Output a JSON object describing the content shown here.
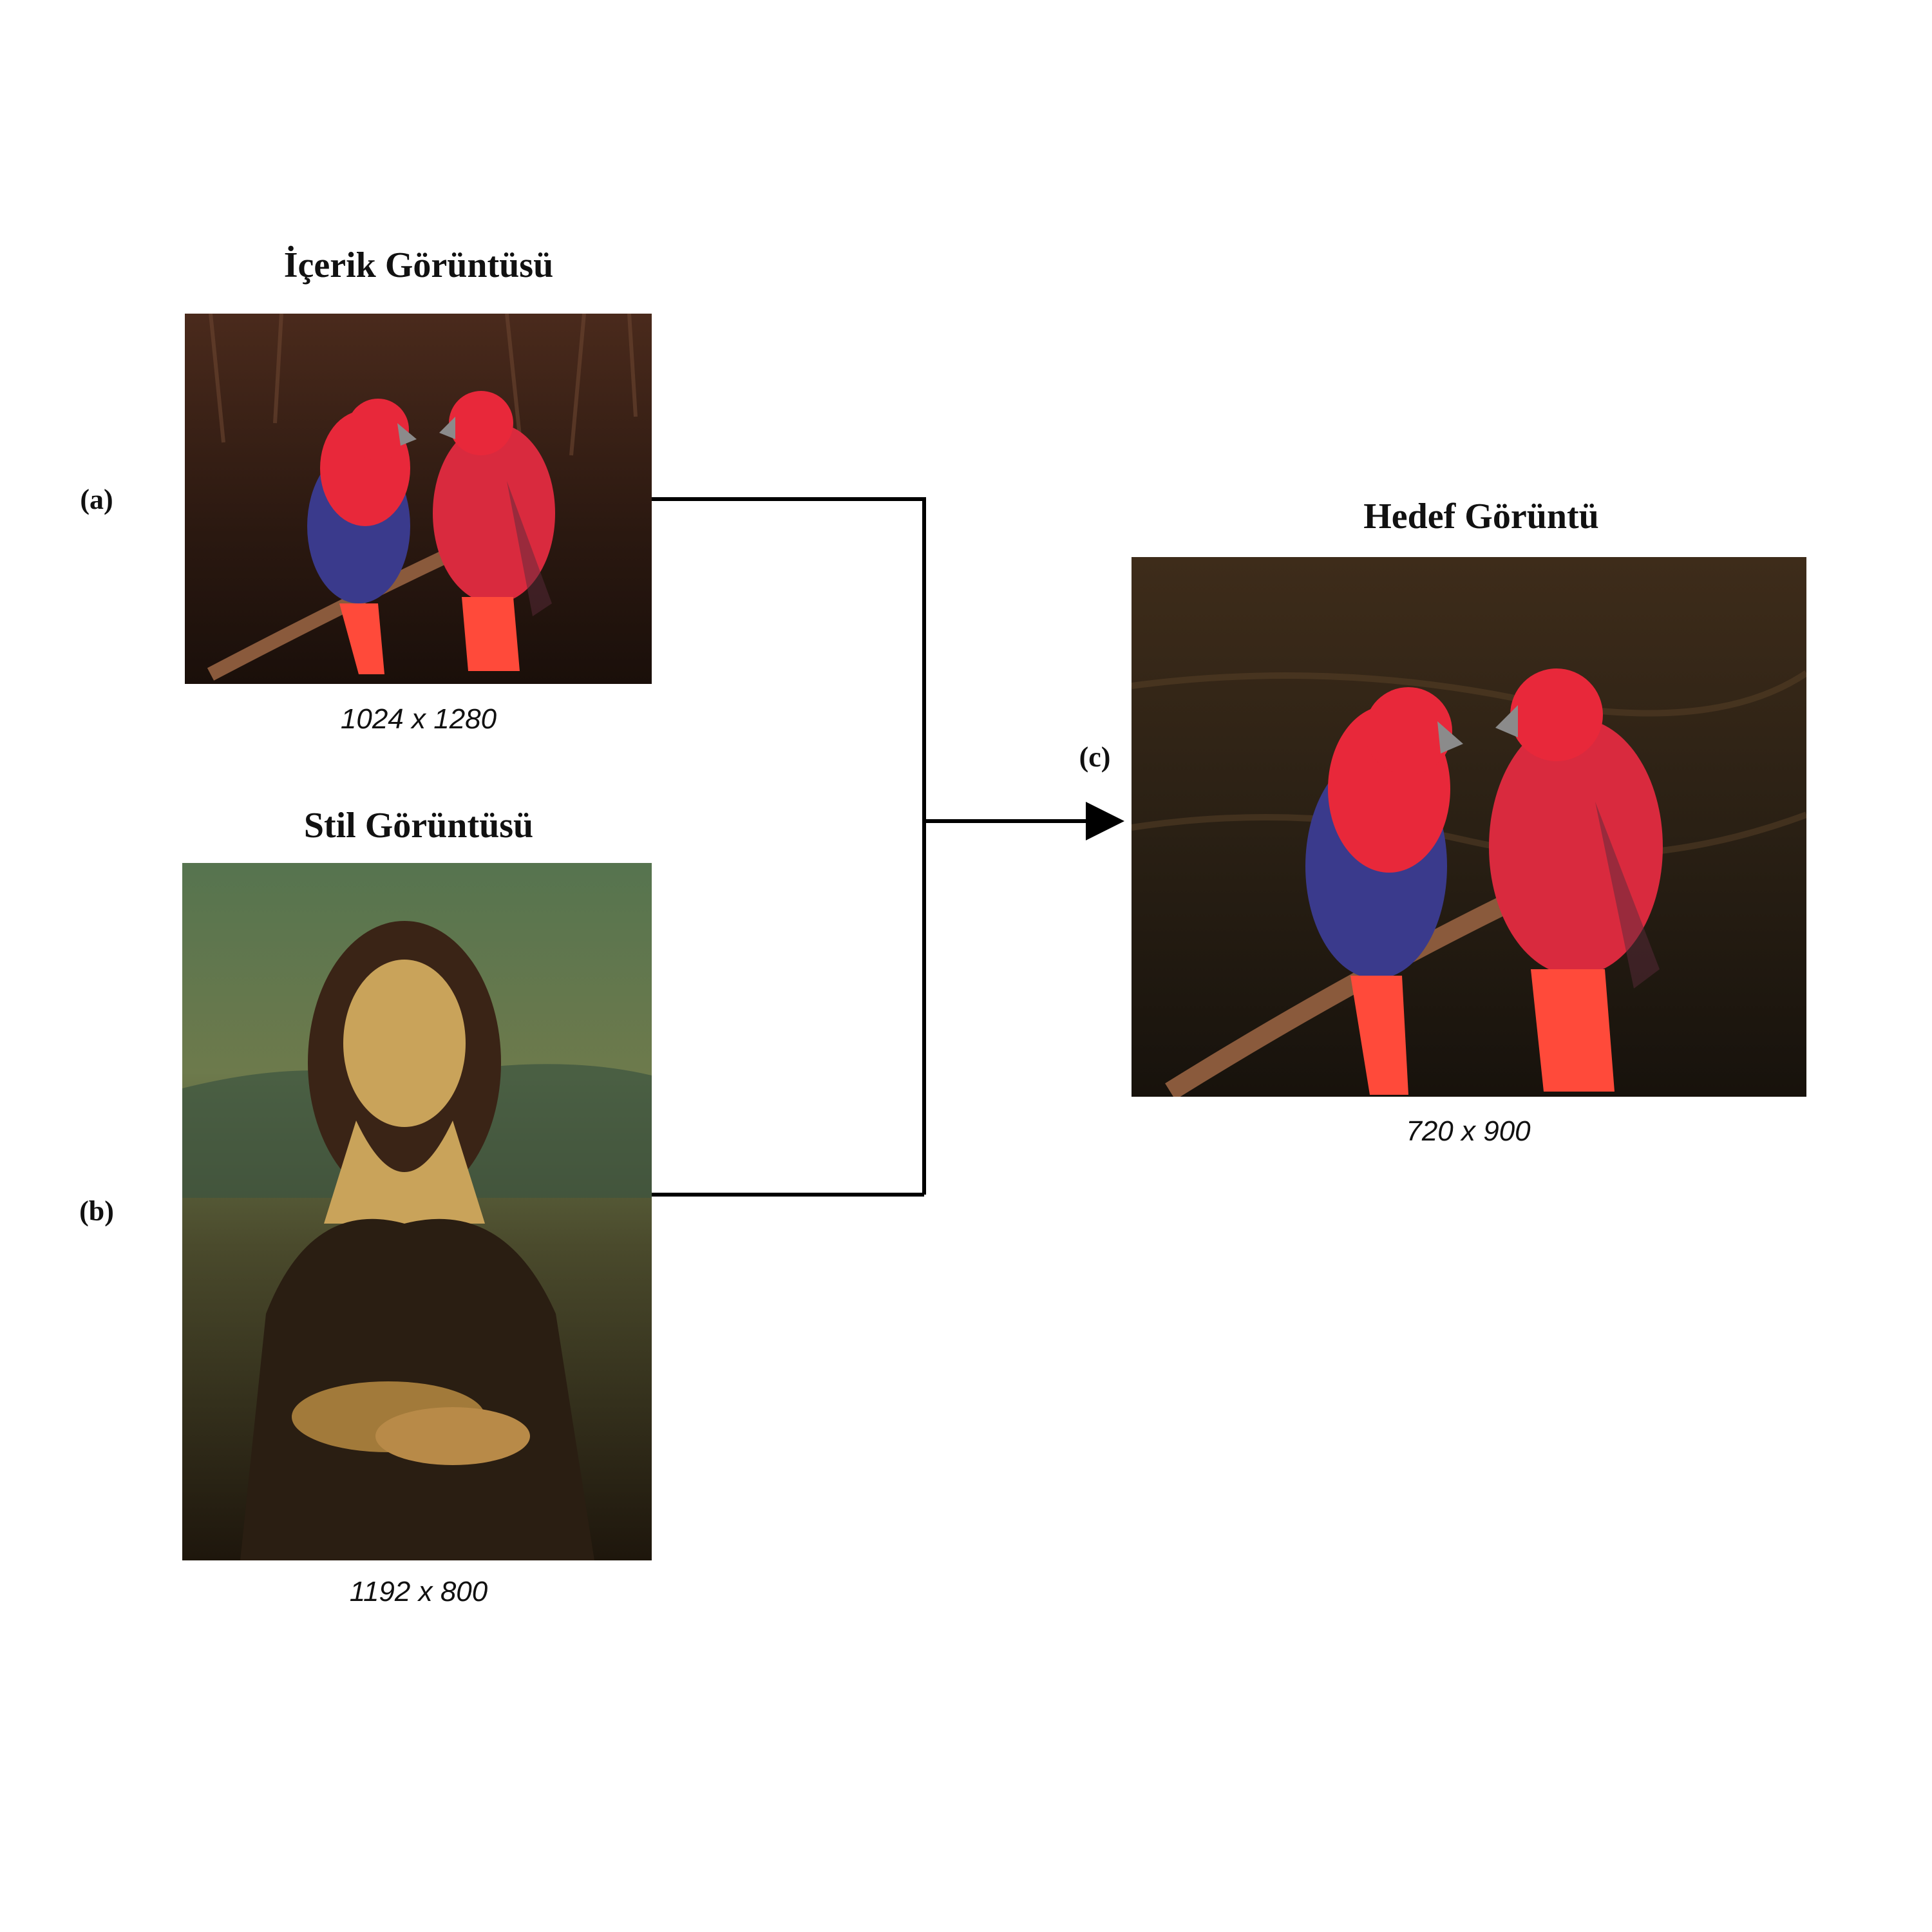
{
  "panels": {
    "content": {
      "label": "(a)",
      "title": "İçerik Görüntüsü",
      "size": "1024 x 1280",
      "icon": "parrots-photo"
    },
    "style": {
      "label": "(b)",
      "title": "Stil Görüntüsü",
      "size": "1192 x 800",
      "icon": "mona-lisa-painting"
    },
    "target": {
      "label": "(c)",
      "title": "Hedef Görüntü",
      "size": "720 x 900",
      "icon": "stylized-parrots-photo"
    }
  },
  "colors": {
    "line": "#000000",
    "parrot_red": "#e8283a",
    "parrot_blue": "#3a3a8c"
  }
}
